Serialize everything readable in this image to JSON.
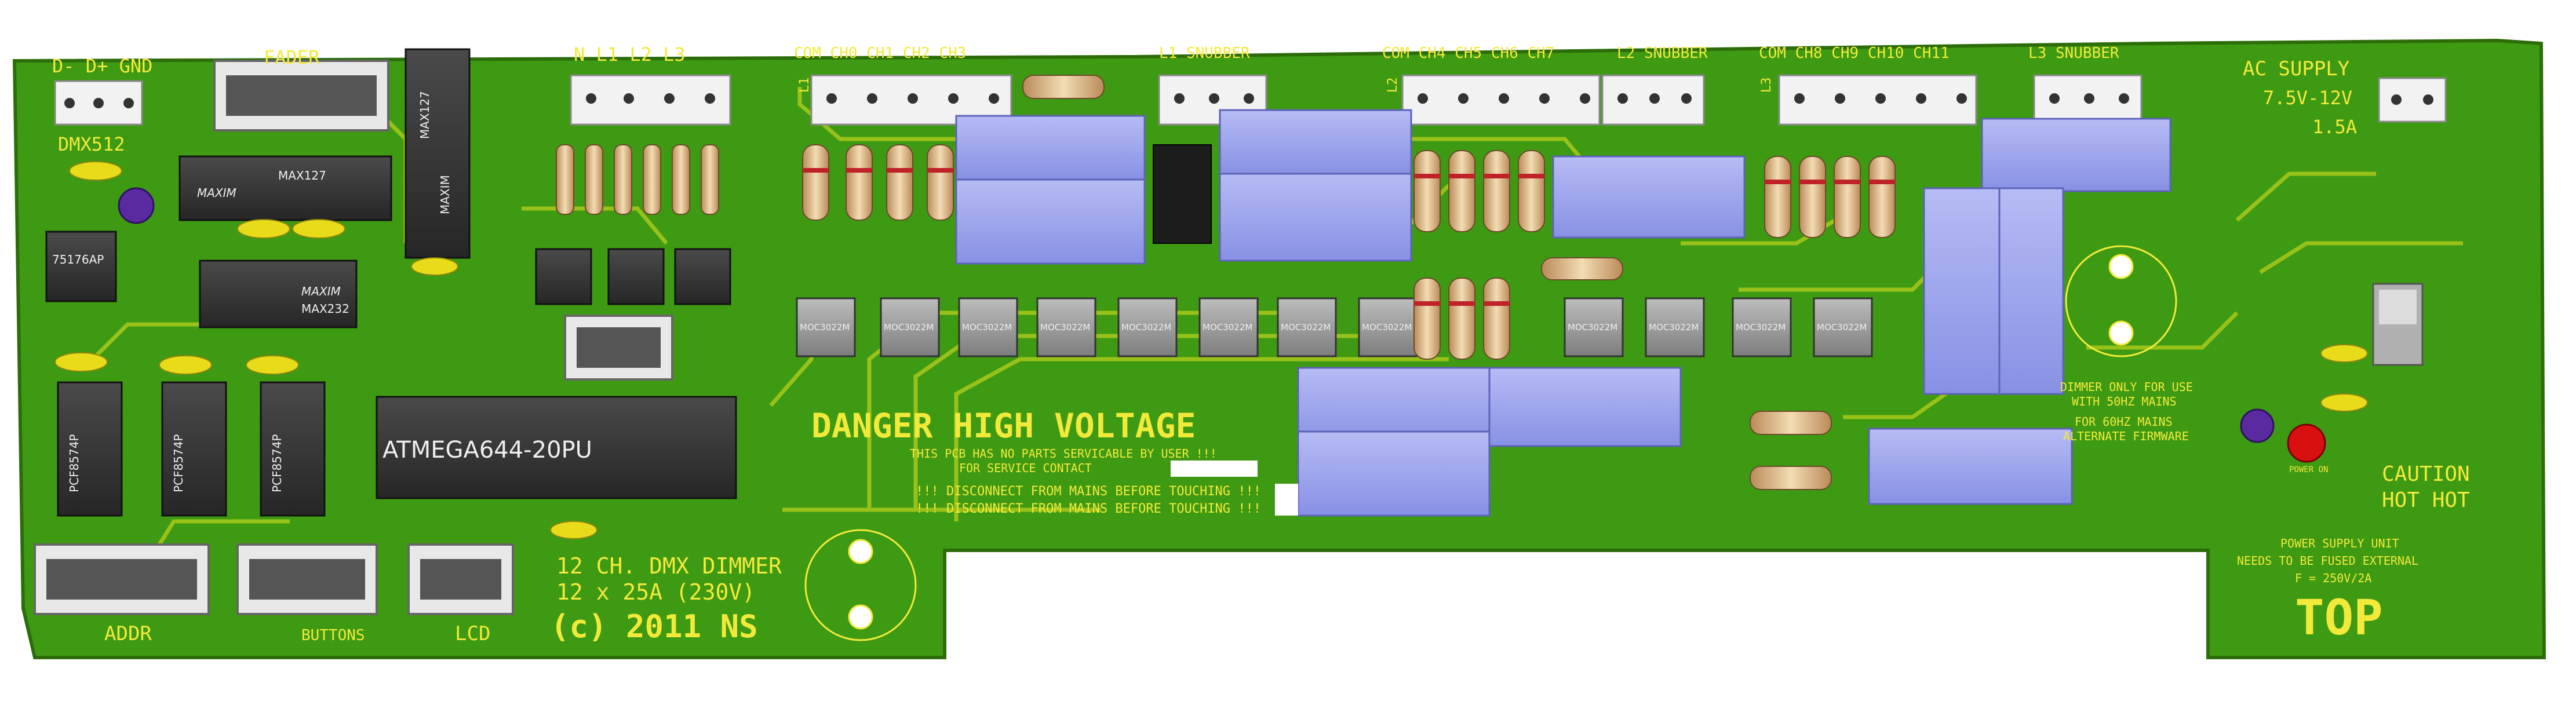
{
  "colors": {
    "board": "#3e9a12",
    "board_dark": "#2f7d0a",
    "trace": "#a8c81c",
    "silk": "#f2ea3a",
    "relay": "#9aa3ee",
    "chip": "#2b2b2b",
    "pin": "#cfcfcf",
    "led": "#d81010"
  },
  "labels": {
    "dmx_pins": "D-  D+  GND",
    "dmx512": "DMX512",
    "fader": "FADER",
    "max127_a": "MAX127",
    "maxim_a": "MAXIM",
    "max127_b": "MAX127",
    "maxim_b": "MAXIM",
    "max232": "MAX232",
    "maxim_c": "MAXIM",
    "chip_75176": "75176AP",
    "pcf_a": "PCF8574P",
    "pcf_b": "PCF8574P",
    "pcf_c": "PCF8574P",
    "mcu": "ATMEGA644-20PU",
    "mains": "N  L1  L2  L3",
    "l1_tag": "L1",
    "l2_tag": "L2",
    "l3_tag": "L3",
    "com_group1": "COM CH0  CH1  CH2  CH3",
    "com_group2": "COM CH4  CH5  CH6  CH7",
    "com_group3": "COM CH8  CH9  CH10 CH11",
    "l1_snubber": "L1 SNUBBER",
    "l2_snubber": "L2 SNUBBER",
    "l3_snubber": "L3 SNUBBER",
    "opto": "MOC3022M",
    "danger": "DANGER HIGH VOLTAGE",
    "no_parts": "THIS PCB HAS NO PARTS SERVICABLE BY USER !!!",
    "service": "FOR SERVICE CONTACT",
    "disconnect1": "!!! DISCONNECT FROM MAINS BEFORE TOUCHING !!!",
    "disconnect2": "!!! DISCONNECT FROM MAINS BEFORE TOUCHING !!!",
    "title1": "12 CH. DMX DIMMER",
    "title2": "12 x 25A (230V)",
    "copyright": "(c) 2011 NS",
    "addr": "ADDR",
    "buttons": "BUTTONS",
    "lcd": "LCD",
    "dimmer1": "DIMMER ONLY FOR USE",
    "dimmer2": "WITH 50HZ MAINS",
    "dimmer3": "FOR 60HZ MAINS",
    "dimmer4": "ALTERNATE FIRMWARE",
    "ac1": "AC SUPPLY",
    "ac2": "7.5V-12V",
    "ac3": "1.5A",
    "caution1": "CAUTION",
    "caution2": "HOT HOT",
    "psu1": "POWER SUPPLY UNIT",
    "psu2": "NEEDS TO BE FUSED EXTERNAL",
    "psu3": "F = 250V/2A",
    "top": "TOP",
    "power_on": "POWER ON"
  }
}
